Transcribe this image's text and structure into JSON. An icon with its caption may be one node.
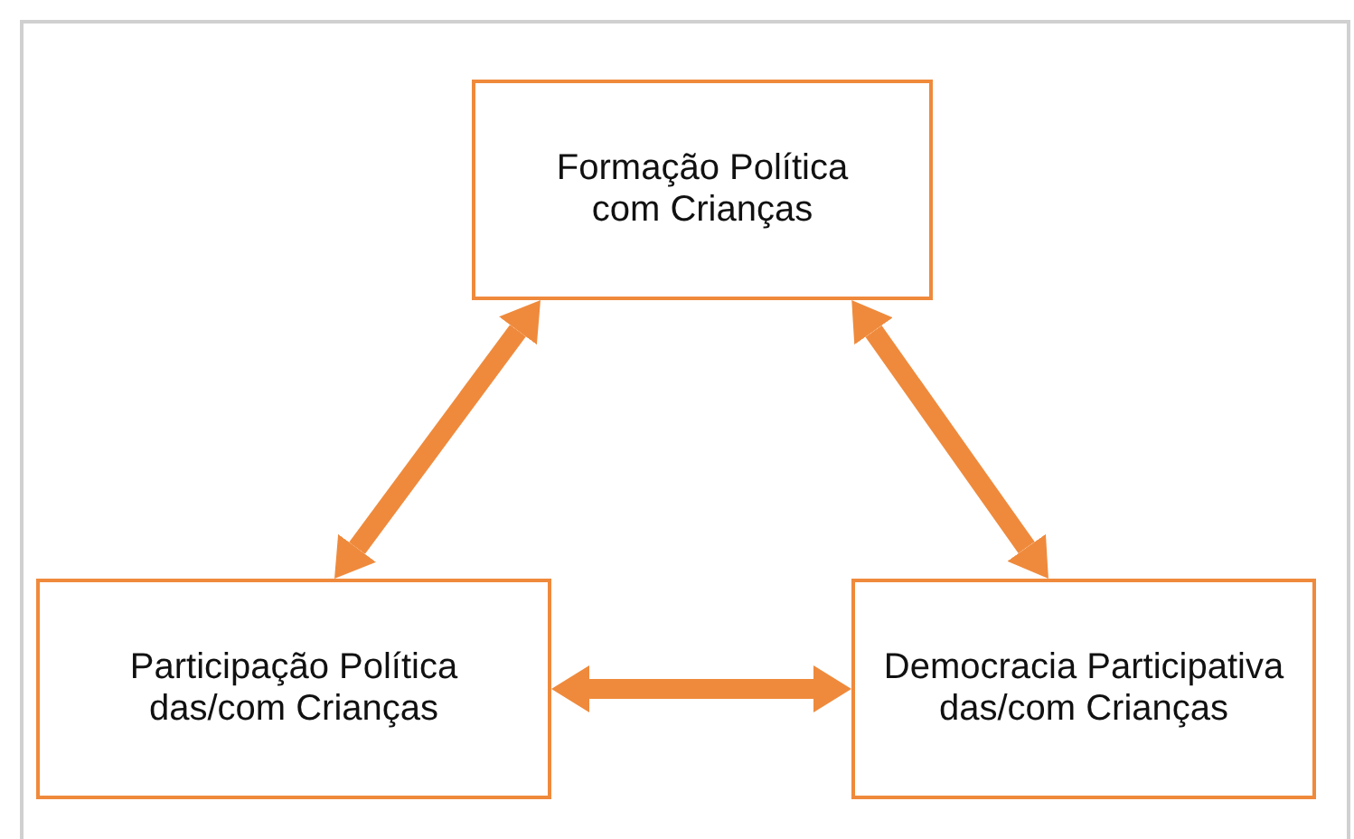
{
  "diagram": {
    "nodes": [
      {
        "text": [
          "Formação Política com Crianças"
        ]
      },
      {
        "text": [
          "Participação Política das/com Crianças"
        ]
      },
      {
        "text": [
          "Democracia Participativa das/com Crianças"
        ]
      }
    ],
    "edges": [
      {
        "from": 0,
        "to": 1,
        "arrow": "both"
      },
      {
        "from": 0,
        "to": 2,
        "arrow": "both"
      },
      {
        "from": 1,
        "to": 2,
        "arrow": "both"
      }
    ]
  }
}
